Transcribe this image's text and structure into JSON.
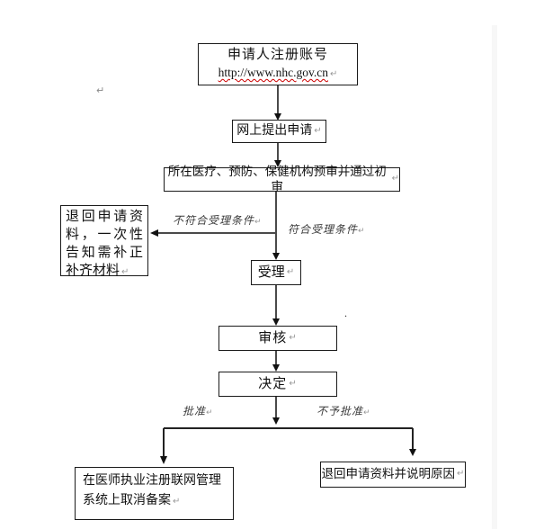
{
  "flowchart": {
    "nodes": {
      "register": {
        "title": "申请人注册账号",
        "url": "http://www.nhc.gov.cn"
      },
      "apply_online": {
        "label": "网上提出申请"
      },
      "pre_review": {
        "label": "所在医疗、预防、保健机构预审并通过初审"
      },
      "return_supplement": {
        "label": "退回申请资料，一次性告知需补正补齐材料"
      },
      "accept": {
        "label": "受理"
      },
      "review": {
        "label": "审核"
      },
      "decision": {
        "label": "决定"
      },
      "cancel_record": {
        "label": "在医师执业注册联网管理系统上取消备案"
      },
      "return_reason": {
        "label": "退回申请资料并说明原因"
      }
    },
    "edge_labels": {
      "not_meet": "不符合受理条件",
      "meet": "符合受理条件",
      "approved": "批准",
      "not_approved": "不予批准"
    },
    "marks": {
      "paragraph_mark": "↵",
      "stray_dot": "."
    },
    "colors": {
      "box_border": "#1a1a1a",
      "connector_line": "#4a4a4a",
      "arrowhead": "#111111",
      "url_spellcheck_underline": "#cc0000",
      "paragraph_mark_color": "#999999"
    }
  }
}
